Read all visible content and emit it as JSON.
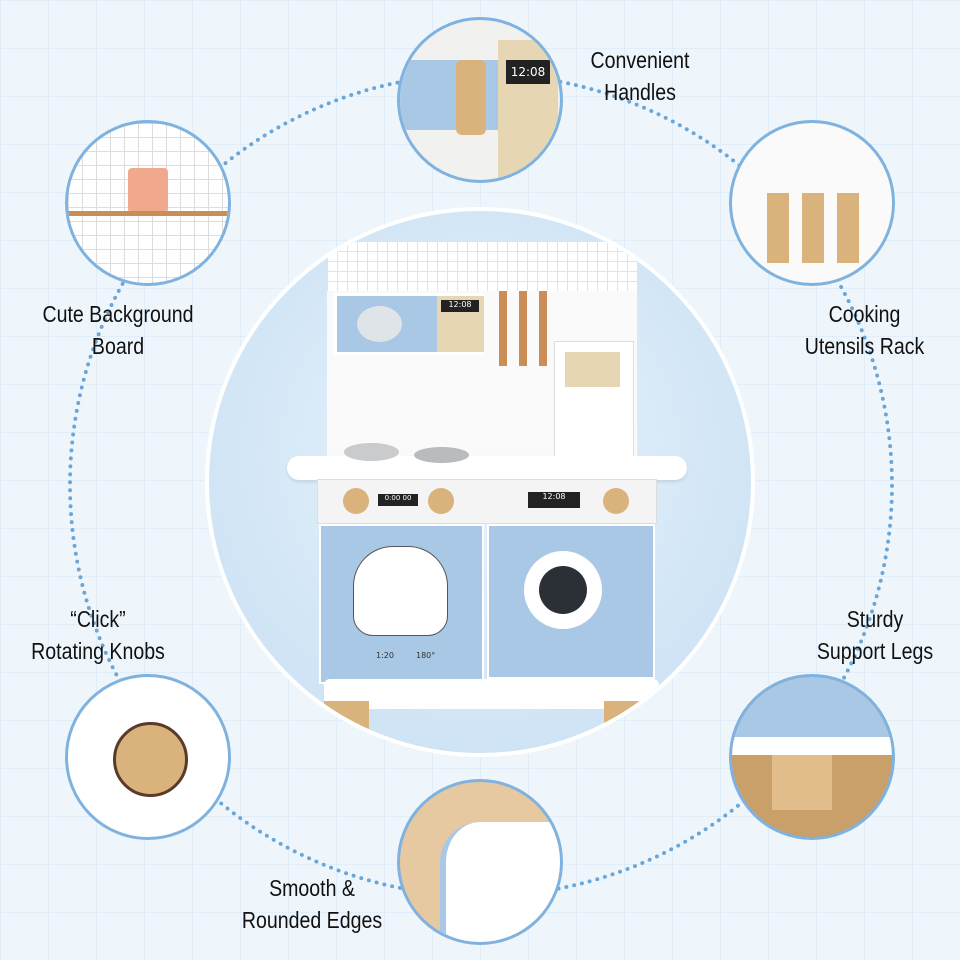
{
  "features": [
    {
      "id": "handles",
      "label": [
        "Convenient",
        "Handles"
      ]
    },
    {
      "id": "board",
      "label": [
        "Cute Background",
        "Board"
      ]
    },
    {
      "id": "rack",
      "label": [
        "Cooking",
        "Utensils Rack"
      ]
    },
    {
      "id": "knobs",
      "label": [
        "“Click”",
        "Rotating Knobs"
      ]
    },
    {
      "id": "legs",
      "label": [
        "Sturdy",
        "Support Legs"
      ]
    },
    {
      "id": "edges",
      "label": [
        "Smooth &",
        "Rounded Edges"
      ]
    }
  ],
  "product": {
    "microwave_time": "12:08",
    "oven_display": "0:00 00",
    "washer_display": "12:08",
    "oven_time": "1:20",
    "oven_temp": "180°"
  },
  "colors": {
    "accent": "#6aa6d8",
    "panel_blue": "#a9c8e6",
    "wood": "#d9b27c"
  }
}
